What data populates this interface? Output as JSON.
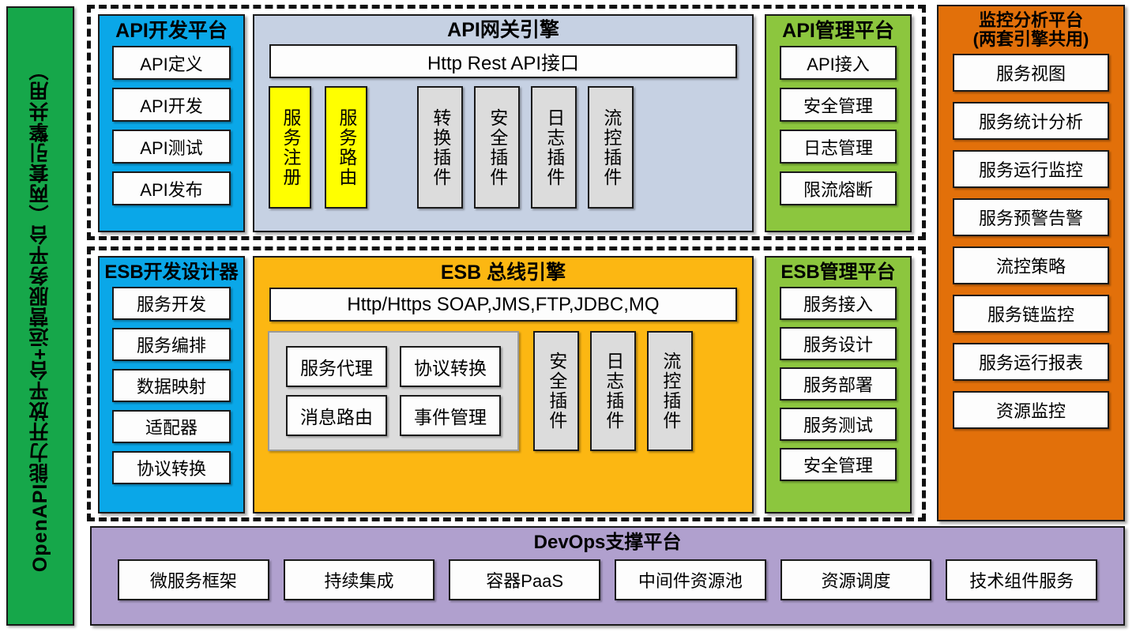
{
  "sidebar": {
    "label": "OpenAPI能力开放平台+运营服务平台（两套引擎共用）",
    "color": "#16a74a"
  },
  "api_group": {
    "dev_platform": {
      "title": "API开发平台",
      "color": "#0aa7e8",
      "items": [
        "API定义",
        "API开发",
        "API测试",
        "API发布"
      ]
    },
    "gateway_engine": {
      "title": "API网关引擎",
      "color": "#c6d1e3",
      "interface_bar": "Http Rest API接口",
      "core_modules": [
        "服务注册",
        "服务路由"
      ],
      "core_color": "#ffff00",
      "plugins": [
        "转换插件",
        "安全插件",
        "日志插件",
        "流控插件"
      ],
      "plugin_color": "#dcdcdc"
    },
    "mgmt_platform": {
      "title": "API管理平台",
      "color": "#8cc63e",
      "items": [
        "API接入",
        "安全管理",
        "日志管理",
        "限流熔断"
      ]
    }
  },
  "esb_group": {
    "designer": {
      "title": "ESB开发设计器",
      "color": "#0aa7e8",
      "items": [
        "服务开发",
        "服务编排",
        "数据映射",
        "适配器",
        "协议转换"
      ]
    },
    "bus_engine": {
      "title": "ESB 总线引擎",
      "color": "#fcb712",
      "interface_bar": "Http/Https SOAP,JMS,FTP,JDBC,MQ",
      "core_modules": [
        "服务代理",
        "协议转换",
        "消息路由",
        "事件管理"
      ],
      "plugins": [
        "安全插件",
        "日志插件",
        "流控插件"
      ],
      "plugin_color": "#dcdcdc"
    },
    "mgmt_platform": {
      "title": "ESB管理平台",
      "color": "#8cc63e",
      "items": [
        "服务接入",
        "服务设计",
        "服务部署",
        "服务测试",
        "安全管理"
      ]
    }
  },
  "monitoring": {
    "title_line1": "监控分析平台",
    "title_line2": "(两套引擎共用)",
    "color": "#e2700a",
    "items": [
      "服务视图",
      "服务统计分析",
      "服务运行监控",
      "服务预警告警",
      "流控策略",
      "服务链监控",
      "服务运行报表",
      "资源监控"
    ]
  },
  "devops": {
    "title": "DevOps支撑平台",
    "color": "#b0a0ce",
    "items": [
      "微服务框架",
      "持续集成",
      "容器PaaS",
      "中间件资源池",
      "资源调度",
      "技术组件服务"
    ]
  }
}
